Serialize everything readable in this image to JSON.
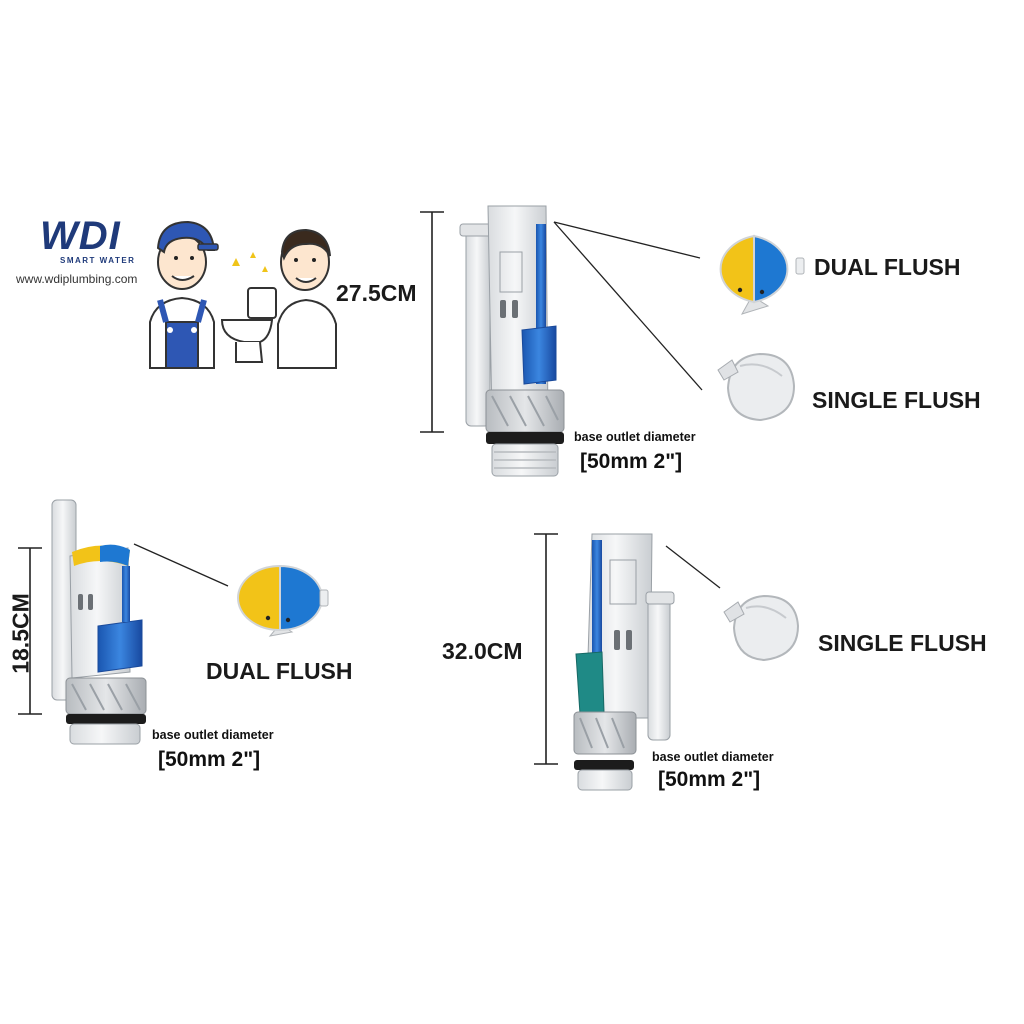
{
  "brand": {
    "logo_text": "WDI",
    "tagline": "SMART WATER",
    "website": "www.wdiplumbing.com"
  },
  "products": [
    {
      "height_label": "27.5CM",
      "button_labels": [
        "DUAL FLUSH",
        "SINGLE FLUSH"
      ],
      "base_caption": "base outlet diameter",
      "base_size": "[50mm 2\"]"
    },
    {
      "height_label": "18.5CM",
      "button_labels": [
        "DUAL FLUSH"
      ],
      "base_caption": "base outlet diameter",
      "base_size": "[50mm 2\"]"
    },
    {
      "height_label": "32.0CM",
      "button_labels": [
        "SINGLE FLUSH"
      ],
      "base_caption": "base outlet diameter",
      "base_size": "[50mm 2\"]"
    }
  ],
  "colors": {
    "brand_blue": "#1f3a7a",
    "button_yellow": "#f2c318",
    "button_blue": "#1e78d2",
    "valve_white": "#eef0f2",
    "valve_blue": "#2c6fd1",
    "valve_teal": "#1f8a86"
  }
}
